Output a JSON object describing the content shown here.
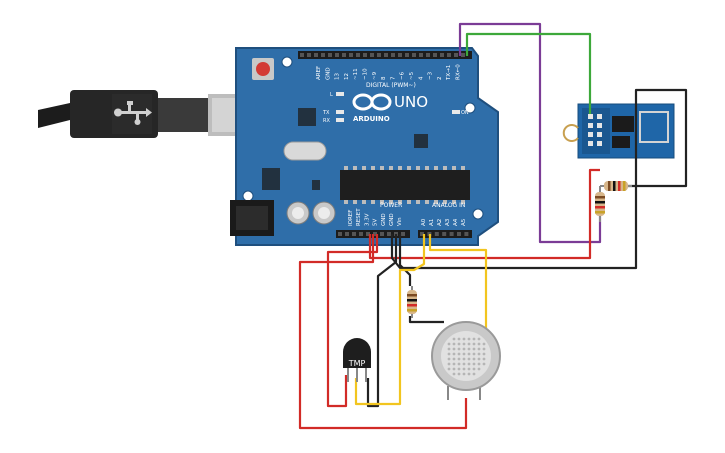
{
  "board": {
    "brand": "ARDUINO",
    "model": "UNO",
    "digital_label": "DIGITAL (PWM~)",
    "power_label": "POWER",
    "analog_label": "ANALOG IN",
    "on_label": "ON",
    "l_label": "L",
    "tx_label": "TX",
    "rx_label": "RX",
    "digital_pins": [
      "AREF",
      "GND",
      "13",
      "12",
      "~11",
      "~10",
      "~9",
      "8",
      "7",
      "~6",
      "~5",
      "4",
      "~3",
      "2",
      "TX→1",
      "RX←0"
    ],
    "power_pins": [
      "IOREF",
      "RESET",
      "3.3V",
      "5V",
      "GND",
      "GND",
      "Vin"
    ],
    "analog_pins": [
      "A0",
      "A1",
      "A2",
      "A3",
      "A4",
      "A5"
    ]
  },
  "sensor": {
    "label": "TMP"
  },
  "colors": {
    "board": "#2f6ea9",
    "board_edge": "#1f4f7e",
    "wire_red": "#d22b27",
    "wire_black": "#222222",
    "wire_yellow": "#f2c51f",
    "wire_green": "#3da83a",
    "wire_purple": "#7b3c96",
    "esp_board": "#1f66a8"
  }
}
